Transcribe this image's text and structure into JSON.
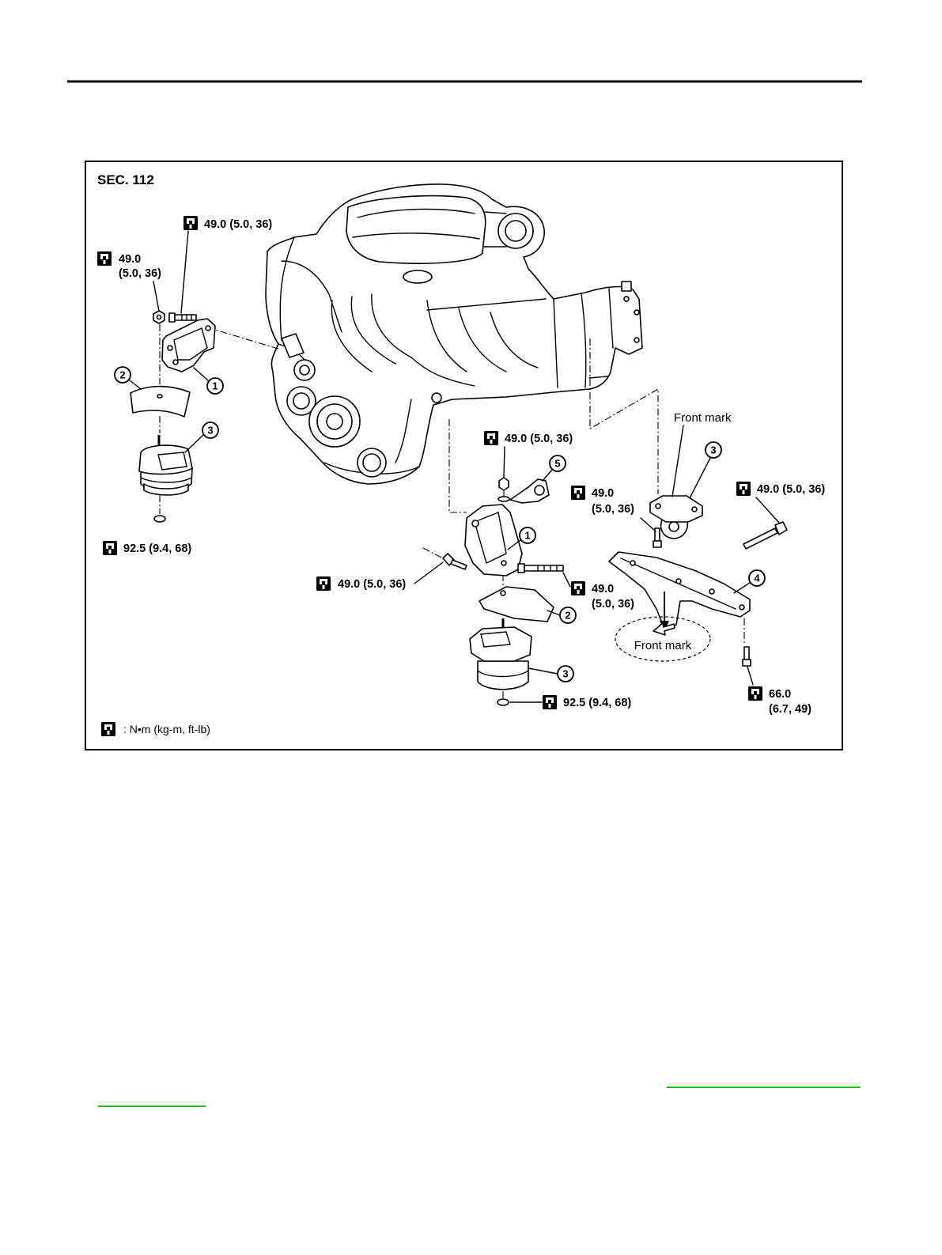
{
  "diagram": {
    "section": "SEC. 112",
    "torque_labels": [
      [
        "49.0 (5.0, 36)"
      ],
      [
        "49.0",
        "(5.0, 36)"
      ],
      [
        "92.5 (9.4, 68)"
      ],
      [
        "49.0 (5.0, 36)"
      ],
      [
        "49.0",
        "(5.0, 36)"
      ],
      [
        "49.0 (5.0, 36)"
      ],
      [
        "49.0 (5.0, 36)"
      ],
      [
        "49.0",
        "(5.0, 36)"
      ],
      [
        "92.5 (9.4, 68)"
      ],
      [
        "66.0",
        "(6.7, 49)"
      ]
    ],
    "callouts": [
      "1",
      "2",
      "3",
      "5",
      "1",
      "3",
      "4",
      "2",
      "3"
    ],
    "front_mark": [
      "Front mark",
      "Front mark"
    ],
    "legend": ": N•m (kg-m, ft-lb)",
    "icons": {
      "torque": "torque-wrench-icon",
      "front_arrow": "front-arrow-icon"
    }
  },
  "colors": {
    "ink": "#000000",
    "link": "#00c400"
  }
}
